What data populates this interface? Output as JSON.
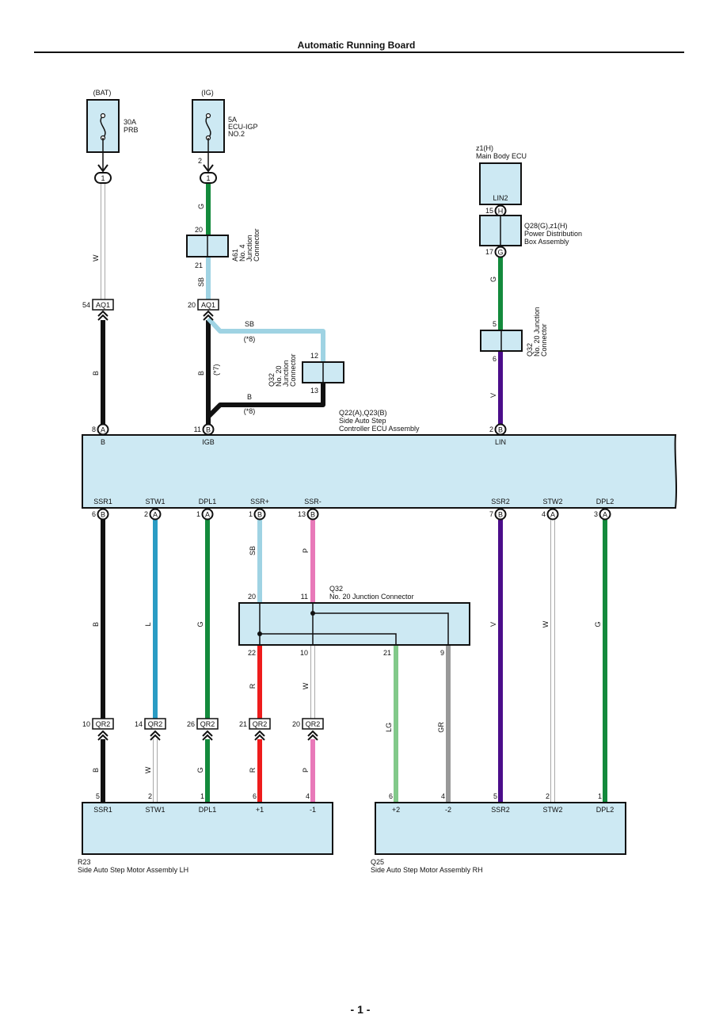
{
  "page": {
    "title": "Automatic Running Board",
    "page_number": "- 1 -"
  },
  "colors": {
    "component_fill": "#cde9f3",
    "B": "#111111",
    "W": "#ffffff",
    "G": "#138a3c",
    "SB": "#9fd3e3",
    "L": "#2a9cc4",
    "P": "#e879b9",
    "R": "#ee1c1c",
    "V": "#4b0d8a",
    "LG": "#82c98a",
    "GR": "#999999"
  },
  "fuses": [
    {
      "source": "(BAT)",
      "rating": "30A",
      "name": "PRB",
      "name2": "",
      "pin_top": "",
      "pin": "1"
    },
    {
      "source": "(IG)",
      "rating": "5A",
      "name": "ECU-IGP",
      "name2": "NO.2",
      "pin_top": "2",
      "pin": "1"
    }
  ],
  "components": {
    "main_body_ecu": {
      "code": "z1(H)",
      "name": "Main Body ECU",
      "pin_label": "LIN2",
      "pin": "15",
      "pin_conn": "H"
    },
    "power_dist": {
      "code": "Q28(G),z1(H)",
      "name": "Power Distribution",
      "name2": "Box Assembly",
      "pin": "17",
      "pin_conn": "G"
    },
    "a61": {
      "code": "A61",
      "name": "No. 4",
      "name2": "Junction",
      "name3": "Connector",
      "pin_top": "20",
      "pin_bottom": "21"
    },
    "q32_top": {
      "code": "Q32",
      "name": "No. 20",
      "name2": "Junction",
      "name3": "Connector",
      "pin_top": "12",
      "pin_bottom": "13"
    },
    "q32_right": {
      "code": "Q32",
      "name": "No. 20 Junction",
      "name2": "Connector",
      "pin_top": "5",
      "pin_bottom": "6"
    },
    "controller_ecu": {
      "code": "Q22(A),Q23(B)",
      "name": "Side Auto Step",
      "name2": "Controller ECU Assembly"
    },
    "q32_mid": {
      "code": "Q32",
      "name": "No. 20 Junction Connector",
      "pins_top": [
        "20",
        "11"
      ],
      "pins_bottom": [
        "22",
        "10",
        "21",
        "9"
      ]
    },
    "motor_lh": {
      "code": "R23",
      "name": "Side Auto Step Motor Assembly LH"
    },
    "motor_rh": {
      "code": "Q25",
      "name": "Side Auto Step Motor Assembly RH"
    }
  },
  "inline_connectors": {
    "aq1_left": {
      "name": "AQ1",
      "pin": "54"
    },
    "aq1_right": {
      "name": "AQ1",
      "pin": "20"
    },
    "qr2": [
      {
        "name": "QR2",
        "pin": "10"
      },
      {
        "name": "QR2",
        "pin": "14"
      },
      {
        "name": "QR2",
        "pin": "26"
      },
      {
        "name": "QR2",
        "pin": "21"
      },
      {
        "name": "QR2",
        "pin": "20"
      }
    ]
  },
  "wire_labels": {
    "bat_upper": "W",
    "bat_lower": "B",
    "ig_upper": "G",
    "ig_mid": "SB",
    "ig_lower": "B",
    "ig_lower_note": "(*7)",
    "branch_sb": "SB",
    "branch_sb_note": "(*8)",
    "branch_b": "B",
    "branch_b_note": "(*8)",
    "lin_upper": "G",
    "lin_lower": "V"
  },
  "ecu_top_pins": [
    {
      "label": "B",
      "pin": "8",
      "conn": "A"
    },
    {
      "label": "IGB",
      "pin": "11",
      "conn": "B"
    },
    {
      "label": "LIN",
      "pin": "2",
      "conn": "B"
    }
  ],
  "ecu_bottom_pins": [
    {
      "label": "SSR1",
      "pin": "6",
      "conn": "B",
      "color": "B"
    },
    {
      "label": "STW1",
      "pin": "2",
      "conn": "A",
      "color": "L"
    },
    {
      "label": "DPL1",
      "pin": "1",
      "conn": "A",
      "color": "G"
    },
    {
      "label": "SSR+",
      "pin": "1",
      "conn": "B",
      "color": "SB"
    },
    {
      "label": "SSR-",
      "pin": "13",
      "conn": "B",
      "color": "P"
    },
    {
      "label": "SSR2",
      "pin": "7",
      "conn": "B",
      "color": "V"
    },
    {
      "label": "STW2",
      "pin": "4",
      "conn": "A",
      "color": "W"
    },
    {
      "label": "DPL2",
      "pin": "3",
      "conn": "A",
      "color": "G"
    }
  ],
  "q32_out_colors": {
    "pin22": "R",
    "pin10": "W",
    "pin21": "LG",
    "pin9": "GR"
  },
  "lh_wires": [
    {
      "upper": "B",
      "lower": "B",
      "motor_pin": "5",
      "motor_label": "SSR1"
    },
    {
      "upper": "L",
      "lower": "W",
      "motor_pin": "2",
      "motor_label": "STW1"
    },
    {
      "upper": "G",
      "lower": "G",
      "motor_pin": "1",
      "motor_label": "DPL1"
    },
    {
      "upper": "R",
      "lower": "R",
      "motor_pin": "6",
      "motor_label": "+1"
    },
    {
      "upper": "W",
      "lower": "P",
      "motor_pin": "4",
      "motor_label": "-1"
    }
  ],
  "rh_wires": [
    {
      "color": "LG",
      "motor_pin": "6",
      "motor_label": "+2"
    },
    {
      "color": "GR",
      "motor_pin": "4",
      "motor_label": "-2"
    },
    {
      "color": "V",
      "motor_pin": "5",
      "motor_label": "SSR2"
    },
    {
      "color": "W",
      "motor_pin": "2",
      "motor_label": "STW2"
    },
    {
      "color": "G",
      "motor_pin": "1",
      "motor_label": "DPL2"
    }
  ]
}
